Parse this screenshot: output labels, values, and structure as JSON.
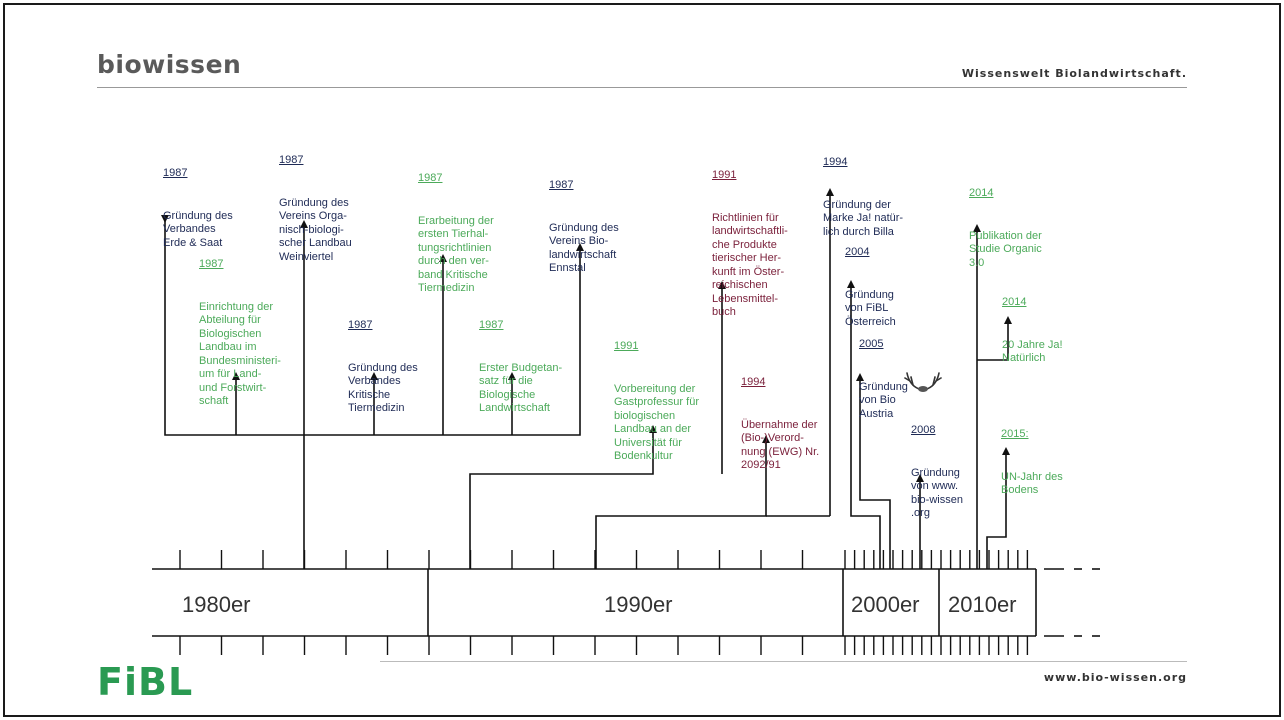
{
  "header": {
    "brand": "biowissen",
    "tagline": "Wissenswelt Biolandwirtschaft."
  },
  "footer": {
    "logo_text": "FiBL",
    "url": "www.bio-wissen.org"
  },
  "decades": [
    "1980er",
    "1990er",
    "2000er",
    "2010er"
  ],
  "colors": {
    "navy": "#1e2a55",
    "green": "#4caa5a",
    "maroon": "#7a1f3a",
    "fibl_green": "#2a9a52"
  },
  "events": [
    {
      "year": "1987",
      "text": "Gründung des\nVerbandes\nErde & Saat",
      "color": "navy"
    },
    {
      "year": "1987",
      "text": "Gründung des\nVereins Orga-\nnisch-biologi-\nscher Landbau\nWeinviertel",
      "color": "navy"
    },
    {
      "year": "1987",
      "text": "Erarbeitung der\nersten Tierhal-\ntungsrichtlinien\ndurch den ver-\nband Kritische\nTiermedizin",
      "color": "green"
    },
    {
      "year": "1987",
      "text": "Gründung des\nVereins Bio-\nlandwirtschaft\nEnnstal",
      "color": "navy"
    },
    {
      "year": "1987",
      "text": "Einrichtung der\nAbteilung für\nBiologischen\nLandbau im\nBundesministeri-\num für Land-\nund Forstwirt-\nschaft",
      "color": "green"
    },
    {
      "year": "1987",
      "text": "Gründung des\nVerbandes\nKritische\nTiermedizin",
      "color": "navy"
    },
    {
      "year": "1987",
      "text": "Erster Budgetan-\nsatz für die\nBiologische\nLandwirtschaft",
      "color": "green"
    },
    {
      "year": "1991",
      "text": "Richtlinien für\nlandwirtschaftli-\nche Produkte\ntierischer Her-\nkunft im Öster-\nreichischen\nLebensmittel-\nbuch",
      "color": "maroon"
    },
    {
      "year": "1991",
      "text": "Vorbereitung der\nGastprofessur für\nbiologischen\nLandbau an der\nUniversität für\nBodenkultur",
      "color": "green"
    },
    {
      "year": "1994",
      "text": "Übernahme der\n(Bio-)Verord-\nnung (EWG) Nr.\n2092/91",
      "color": "maroon"
    },
    {
      "year": "1994",
      "text": "Gründung der\nMarke Ja! natür-\nlich durch Billa",
      "color": "navy"
    },
    {
      "year": "2004",
      "text": "Gründung\nvon FiBL\nÖsterreich",
      "color": "navy"
    },
    {
      "year": "2005",
      "text": "Gründung\nvon Bio\nAustria",
      "color": "navy"
    },
    {
      "year": "2008",
      "text": "Gründung\nvon www.\nbio-wissen\n.org",
      "color": "navy"
    },
    {
      "year": "2014",
      "text": "Publikation der\nStudie Organic\n3.0",
      "color": "green"
    },
    {
      "year": "2014",
      "text": "20 Jahre Ja!\nNatürlich",
      "color": "green"
    },
    {
      "year": "2015:",
      "text": "UN-Jahr des\nBodens",
      "color": "green"
    }
  ]
}
